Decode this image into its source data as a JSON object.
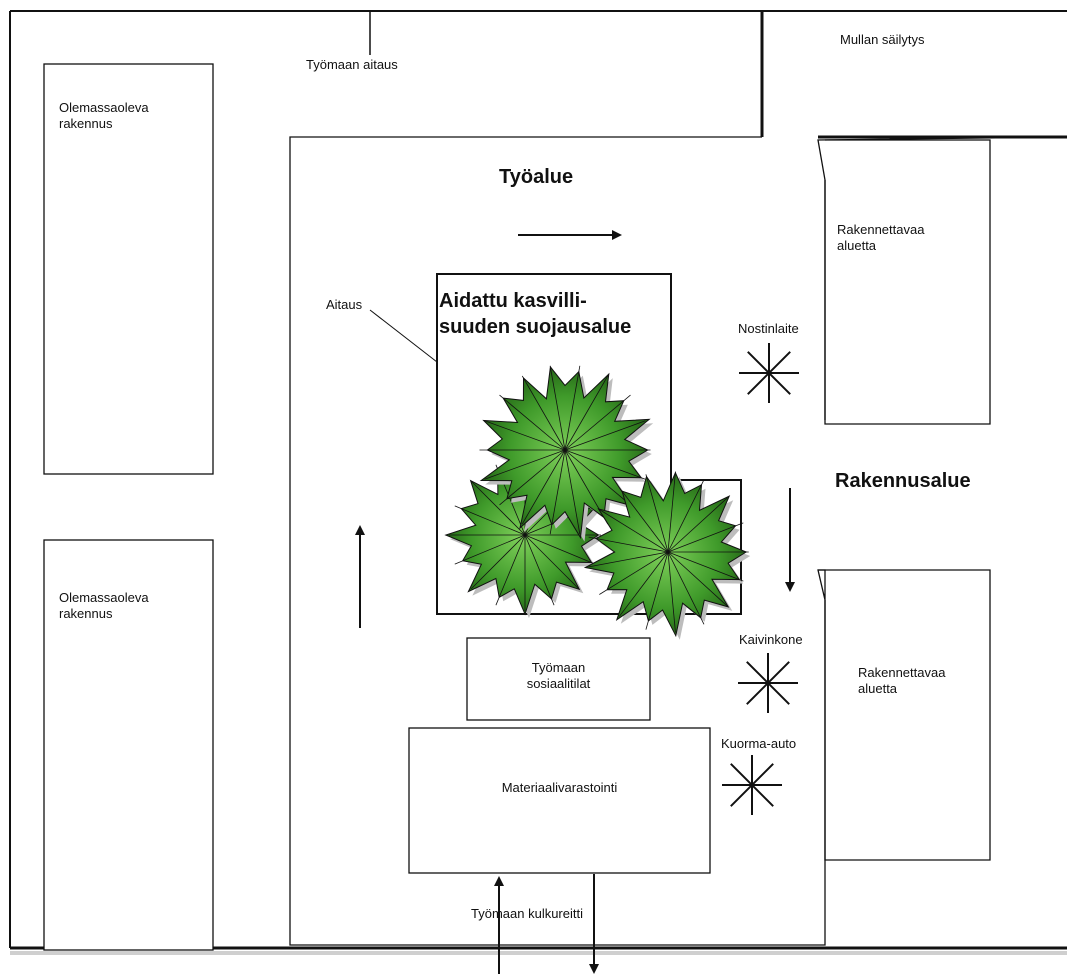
{
  "labels": {
    "fence_top": "Työmaan aitaus",
    "soil_storage": "Mullan säilytys",
    "existing_building_1": "Olemassaoleva\nrakennus",
    "existing_building_2": "Olemassaoleva\nrakennus",
    "work_area": "Työalue",
    "protected_area_line1": "Aidattu kasvilli-",
    "protected_area_line2": "suuden suojausalue",
    "fence": "Aitaus",
    "lifting_equipment": "Nostinlaite",
    "to_be_built_1": "Rakennettavaa\naluetta",
    "to_be_built_2": "Rakennettavaa\naluetta",
    "construction_area": "Rakennusalue",
    "excavator": "Kaivinkone",
    "truck": "Kuorma-auto",
    "social_facilities": "Työmaan\nsosiaalitilat",
    "material_storage": "Materiaalivarastointi",
    "access_route": "Työmaan kulkureitti"
  },
  "colors": {
    "line": "#111111",
    "tree_fill": "#3f9a2a",
    "tree_dark": "#1f5a12",
    "shadow": "#cfcfcf"
  }
}
